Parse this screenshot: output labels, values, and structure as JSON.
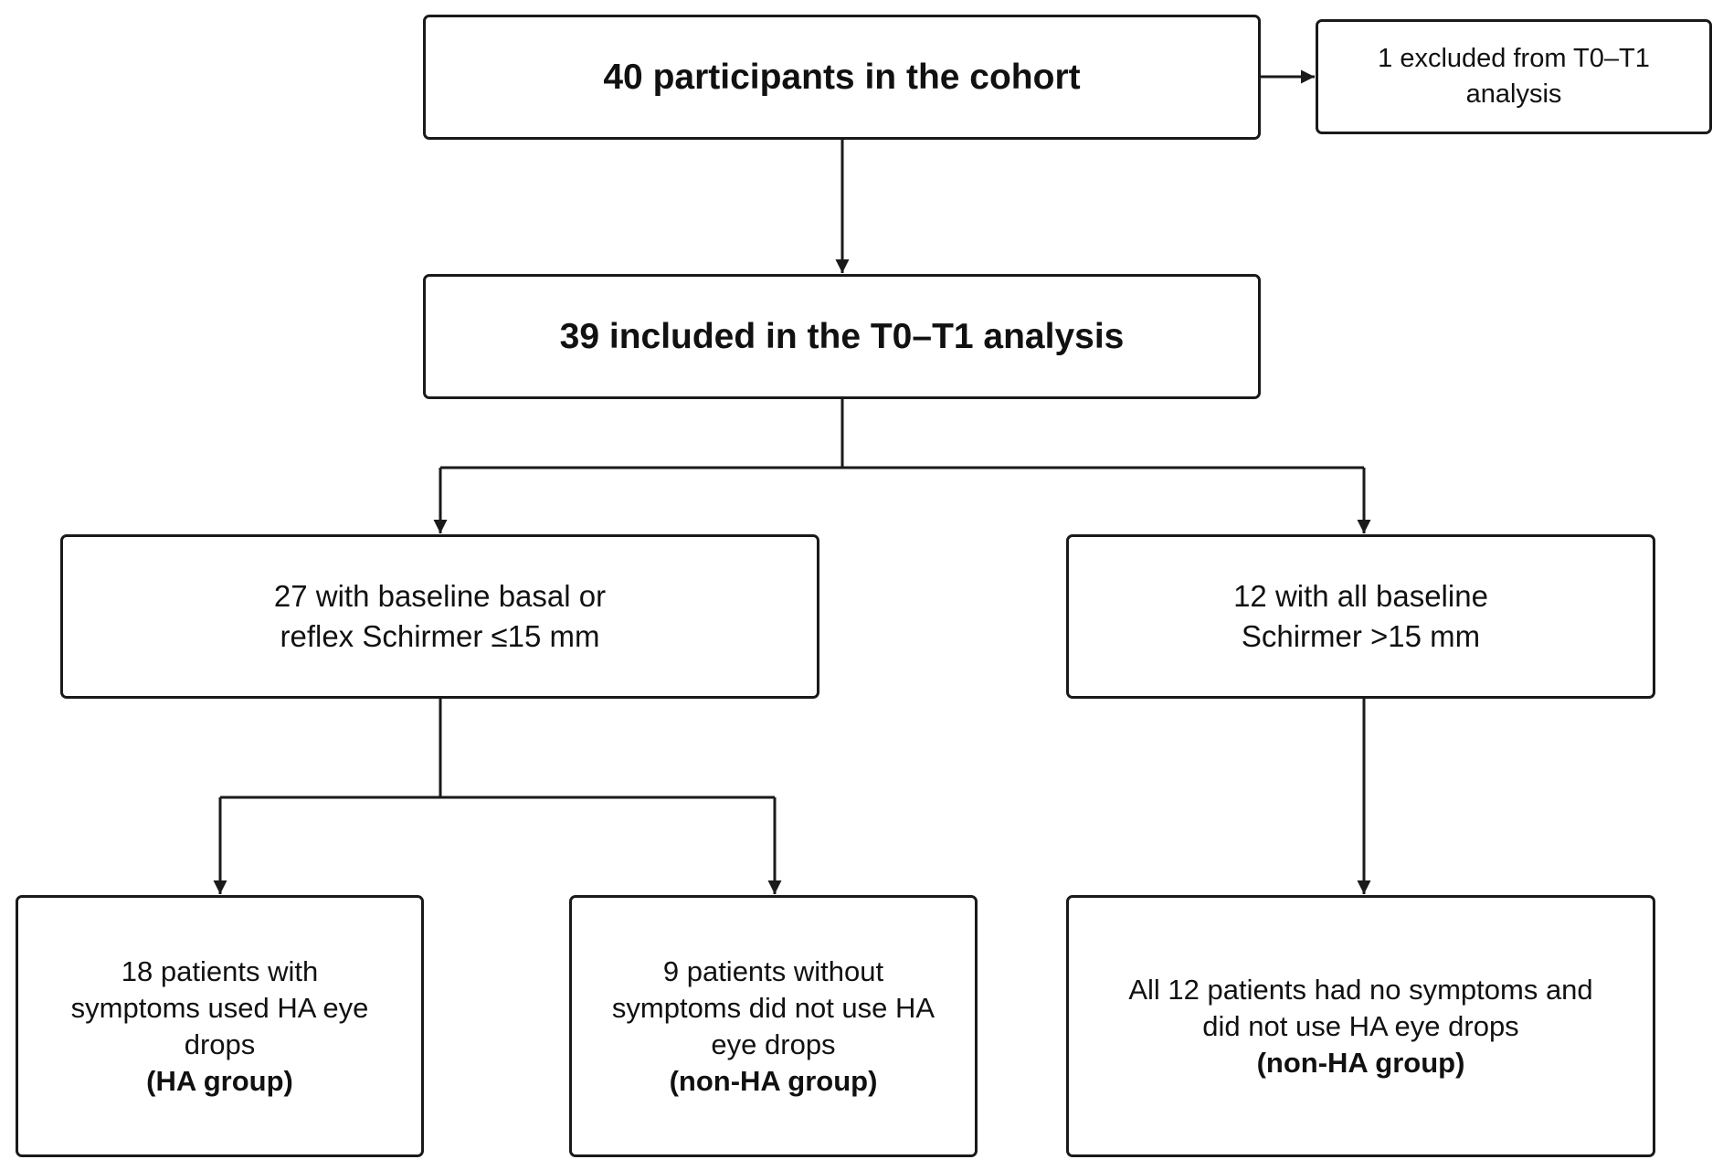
{
  "nodes": {
    "cohort": {
      "title": "40 participants in the cohort"
    },
    "excluded": {
      "lines": [
        "1 excluded from T0–T1",
        "analysis"
      ]
    },
    "included": {
      "title": "39 included in the T0–T1 analysis"
    },
    "low_schirmer": {
      "lines": [
        "27 with baseline basal or",
        "reflex Schirmer ≤15 mm"
      ]
    },
    "high_schirmer": {
      "lines": [
        "12 with all baseline",
        "Schirmer >15 mm"
      ]
    },
    "ha_group": {
      "lines": [
        "18 patients with",
        "symptoms used HA eye",
        "drops"
      ],
      "group": "(HA group)"
    },
    "non_ha_group_low": {
      "lines": [
        "9 patients without",
        "symptoms did not use HA",
        "eye drops"
      ],
      "group": "(non-HA group)"
    },
    "non_ha_group_high": {
      "lines": [
        "All 12 patients had no symptoms and",
        "did not use HA eye drops"
      ],
      "group": "(non-HA group)"
    }
  },
  "colors": {
    "line": "#1a1a1a",
    "box_fill": "#ffffff",
    "text": "#111111"
  }
}
